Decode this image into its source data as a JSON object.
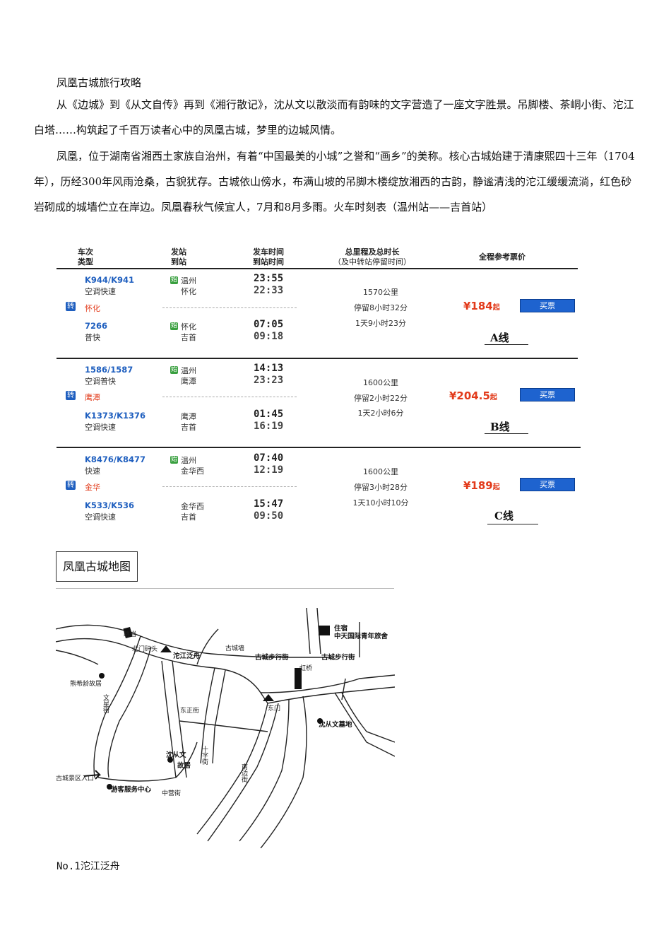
{
  "title": "凤凰古城旅行攻略",
  "para1": "从《边城》到《从文自传》再到《湘行散记》，沈从文以散淡而有韵味的文字营造了一座文字胜景。吊脚楼、茶峒小街、沱江白塔……构筑起了千百万读者心中的凤凰古城，梦里的边城风情。",
  "para2": "凤凰，位于湖南省湘西土家族自治州，有着“中国最美的小城”之誉和“画乡”的美称。核心古城始建于清康熙四十三年（1704年），历经300年风雨沧桑，古貌犹存。古城依山傍水，布满山坡的吊脚木楼绽放湘西的古韵，静谧清浅的沱江缓缓流淌，红色砂岩砌成的城墙伫立在岸边。凤凰春秋气候宜人，7月和8月多雨。火车时刻表（温州站——吉首站）",
  "table": {
    "headers": {
      "train": [
        "车次",
        "类型"
      ],
      "station": [
        "发站",
        "到站"
      ],
      "time": [
        "发车时间",
        "到站时间"
      ],
      "dist": [
        "总里程及总时长",
        "（及中转站停留时间）"
      ],
      "price": "全程参考票价"
    },
    "shi": "始",
    "zhuan": "转",
    "buy": "买票",
    "qi": "起",
    "routes": [
      {
        "leg1": {
          "train": "K944/K941",
          "type": "空调快速",
          "from": "温州",
          "to": "怀化",
          "dep": "23:55",
          "arr": "22:33"
        },
        "via": "怀化",
        "leg2": {
          "train": "7266",
          "type": "普快",
          "from": "怀化",
          "to": "吉首",
          "dep": "07:05",
          "arr": "09:18"
        },
        "distance": "1570公里",
        "stop": "停留8小时32分",
        "duration": "1天9小时23分",
        "price": "¥184",
        "label": "A线"
      },
      {
        "leg1": {
          "train": "1586/1587",
          "type": "空调普快",
          "from": "温州",
          "to": "鹰潭",
          "dep": "14:13",
          "arr": "23:23"
        },
        "via": "鹰潭",
        "leg2": {
          "train": "K1373/K1376",
          "type": "空调快速",
          "from": "鹰潭",
          "to": "吉首",
          "dep": "01:45",
          "arr": "16:19"
        },
        "distance": "1600公里",
        "stop": "停留2小时22分",
        "duration": "1天2小时6分",
        "price": "¥204.5",
        "label": "B线"
      },
      {
        "leg1": {
          "train": "K8476/K8477",
          "type": "快速",
          "from": "温州",
          "to": "金华西",
          "dep": "07:40",
          "arr": "12:19"
        },
        "via": "金华",
        "leg2": {
          "train": "K533/K536",
          "type": "空调快速",
          "from": "金华西",
          "to": "吉首",
          "dep": "15:47",
          "arr": "09:50"
        },
        "distance": "1600公里",
        "stop": "停留3小时28分",
        "duration": "1天10小时10分",
        "price": "¥189",
        "label": "C线"
      }
    ]
  },
  "map": {
    "title": "凤凰古城地图",
    "labels": {
      "north_gate_dock": "北门码头",
      "tuojiang_boat": "沱江泛舟",
      "old_street1": "古城步行街",
      "old_street2": "古城步行街",
      "stay": "住宿",
      "hostel": "中天国际青年旅舍",
      "xiong_house": "熊希龄故居",
      "wenxing": "文星街",
      "east_gate": "东门",
      "shen_tomb": "沈从文墓地",
      "shen_house1": "沈从文",
      "shen_house2": "故居",
      "dongzheng": "东正街",
      "shizi": "十字街",
      "entrance": "古城景区入口",
      "visitor": "游客服务中心",
      "zhongying": "中营街",
      "nanbian": "南边街",
      "wall": "古城墙",
      "rainbow": "虹桥",
      "bridge": "跳岩"
    }
  },
  "caption": "No.1沱江泛舟"
}
